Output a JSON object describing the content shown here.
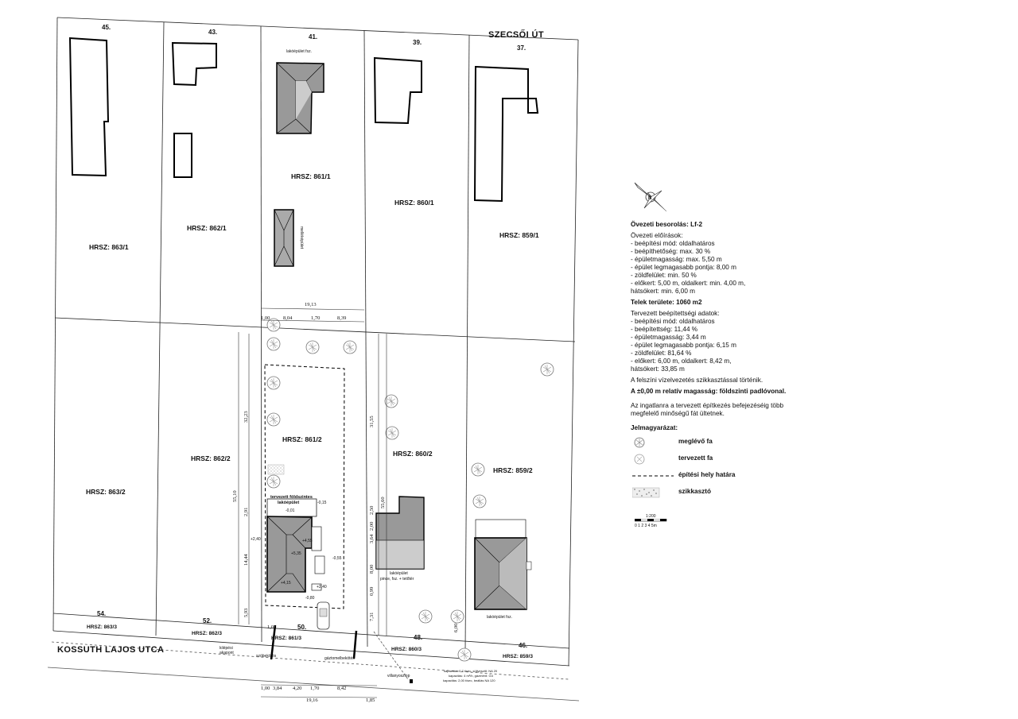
{
  "streets": {
    "north": "SZECSŐI ÚT",
    "south": "KOSSUTH LAJOS UTCA"
  },
  "house_numbers": {
    "n45": "45.",
    "n43": "43.",
    "n41": "41.",
    "n39": "39.",
    "n37": "37.",
    "n54": "54.",
    "n52": "52.",
    "n50": "50.",
    "n48": "48.",
    "n46": "46."
  },
  "parcels": {
    "p863_1": "HRSZ: 863/1",
    "p862_1": "HRSZ: 862/1",
    "p861_1": "HRSZ: 861/1",
    "p860_1": "HRSZ: 860/1",
    "p859_1": "HRSZ: 859/1",
    "p863_2": "HRSZ: 863/2",
    "p862_2": "HRSZ: 862/2",
    "p861_2": "HRSZ: 861/2",
    "p860_2": "HRSZ: 860/2",
    "p859_2": "HRSZ: 859/2",
    "p863_3": "HRSZ: 863/3",
    "p862_3": "HRSZ: 862/3",
    "p861_3": "HRSZ: 861/3",
    "p860_3": "HRSZ: 860/3",
    "p859_3": "HRSZ: 859/3"
  },
  "building_labels": {
    "lakoepulet_fsz_41": "lakóépület fsz.",
    "melleképulet": "melléképület",
    "tervezett": "tervezett földszintes",
    "tervezett2": "lakóépület",
    "lako_860_1": "lakóépület",
    "lako_860_2": "pince, fsz. + tetőtér",
    "lako_859": "lakóépület fsz."
  },
  "levels": {
    "l1": "-0,01",
    "l2": "-0,15",
    "l3": "+2,40",
    "l4": "+4,55",
    "l5": "+5,35",
    "l6": "-0,55",
    "l7": "+2,40",
    "l8": "+4,15",
    "l9": "-0,80"
  },
  "dimensions": {
    "top_total": "19,13",
    "top_a": "1,00",
    "top_b": "8,04",
    "top_c": "1,70",
    "top_d": "8,39",
    "bot_a": "1,00",
    "bot_b": "3,84",
    "bot_c": "4,20",
    "bot_d": "1,70",
    "bot_e": "8,42",
    "bot_total": "19,16",
    "bot_f": "1,85",
    "v_55_10": "55,10",
    "v_32_23": "32,23",
    "v_2_91": "2,91",
    "v_14_44": "14,44",
    "v_5_93": "5,93",
    "v_1_05": "1,05",
    "v_55_60": "55,60",
    "v_31_55": "31,55",
    "v_2_50": "2,50",
    "v_2_00": "2,00",
    "v_3_64": "3,64",
    "v_8_00": "8,00",
    "v_0_99": "0,99",
    "v_7_31": "7,31",
    "v_6_00": "6,00"
  },
  "street_items": {
    "kilepo": "kilépési",
    "kilepo2": "akapont",
    "szobekotes": "szóbekötés",
    "gazbekotes": "gáztomelbekötés",
    "villany": "villanyoszlop",
    "parking1": "kapacitás: 0,7 t/sec, süllyesztő: NA 20",
    "parking2": "kapacitás: 4 m³/h, gázmérő: G4",
    "parking3": "kapacitás: 2,00 t/sec, beállás NA 120"
  },
  "legend": {
    "zoning_title": "Övezeti besorolás:  Lf-2",
    "rules_title": "Övezeti előírások:",
    "rules": [
      " - beépítési mód: oldalhatáros",
      " - beépíthetőség: max. 30 %",
      " - épületmagasság: max. 5,50 m",
      " - épület legmagasabb pontja: 8,00 m",
      " - zöldfelület: min. 50 %",
      " - előkert: 5,00 m, oldalkert: min. 4,00 m,",
      "   hátsókert: min. 6,00 m"
    ],
    "area": "Telek területe: 1060 m2",
    "planned_title": "Tervezett beépítettségi adatok:",
    "planned": [
      " - beépítési mód: oldalhatáros",
      " - beépítettség: 11,44 %",
      " - épületmagasság: 3,44 m",
      " - épület legmagasabb pontja: 6,15 m",
      " - zöldfelület: 81,64 %",
      " - előkert: 6,00 m, oldalkert: 8,42 m,",
      "   hátsókert: 33,85 m"
    ],
    "drain": "A felszíni vízelvezetés szikkasztással történik.",
    "zero": "A ±0,00 m relatív magasság: földszinti padlóvonal.",
    "trees1": "Az ingatlanra a tervezett építkezés befejezéséig több",
    "trees2": "megfelelő minőségű fát ültetnek.",
    "key_title": "Jelmagyarázat:",
    "key_existing_tree": "meglévő fa",
    "key_planned_tree": "tervezett fa",
    "key_boundary": "építési hely határa",
    "key_soak": "szikkasztó",
    "scale": "1:200",
    "scale_ticks": "0  1  2  3  4  5m"
  },
  "icons": [
    "north-arrow-icon",
    "existing-tree-icon",
    "planned-tree-icon"
  ]
}
